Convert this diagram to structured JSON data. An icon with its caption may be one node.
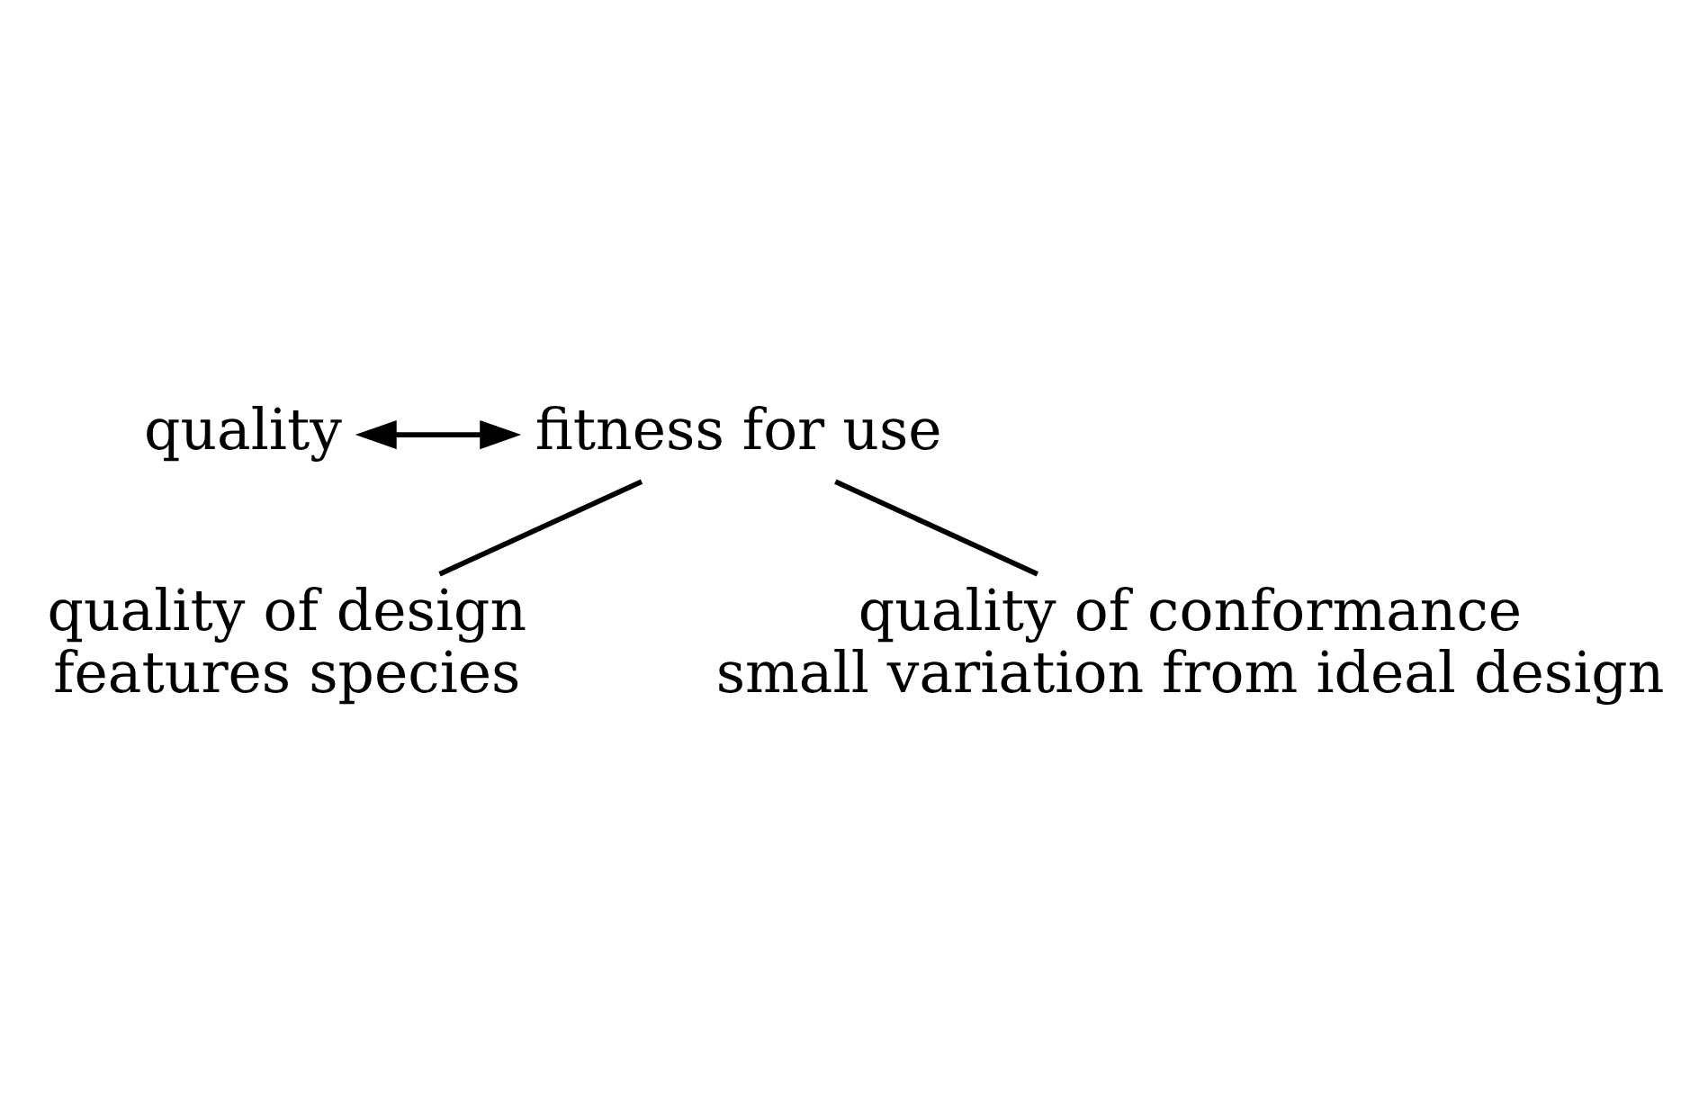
{
  "diagram": {
    "nodes": [
      {
        "text": [
          "quality"
        ]
      },
      {
        "text": [
          "fitness for use"
        ]
      },
      {
        "text": [
          "quality of design"
        ],
        "beside": [
          "features species"
        ]
      },
      {
        "text": [
          "quality of conformance"
        ],
        "beside": [
          "small variation from ideal design"
        ]
      }
    ],
    "edges": [
      {
        "from": 0,
        "to": 1,
        "arrow": "both"
      },
      {
        "from": 1,
        "to": 2,
        "arrow": "none"
      },
      {
        "from": 1,
        "to": 3,
        "arrow": "none"
      }
    ]
  }
}
